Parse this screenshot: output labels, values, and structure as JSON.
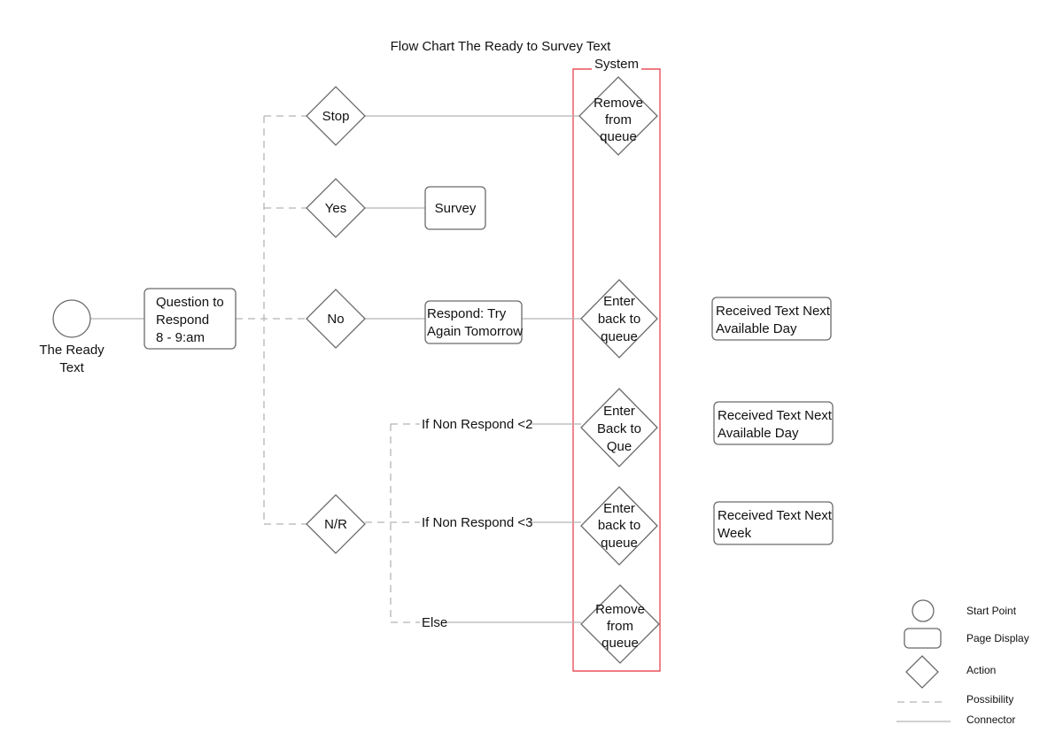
{
  "title": "Flow Chart The Ready to Survey Text",
  "system_label": "System",
  "nodes": {
    "start": [
      "The Ready",
      "Text"
    ],
    "question": [
      "Question to",
      "Respond",
      "8 - 9:am"
    ],
    "stop": [
      "Stop"
    ],
    "yes": [
      "Yes"
    ],
    "no": [
      "No"
    ],
    "nr": [
      "N/R"
    ],
    "survey": [
      "Survey"
    ],
    "respond_try": [
      "Respond: Try",
      "Again Tomorrow"
    ],
    "remove_1": [
      "Remove",
      "from",
      "queue"
    ],
    "enter_1": [
      "Enter",
      "back to",
      "queue"
    ],
    "enter_2": [
      "Enter",
      "Back to",
      "Que"
    ],
    "enter_3": [
      "Enter",
      "back to",
      "queue"
    ],
    "remove_2": [
      "Remove",
      "from",
      "queue"
    ],
    "recv_1": [
      "Received Text Next",
      "Available Day"
    ],
    "recv_2": [
      "Received Text Next",
      "Available Day"
    ],
    "recv_3": [
      "Received Text Next",
      "Week"
    ]
  },
  "branch_labels": {
    "lt2": "If Non Respond <2",
    "lt3": "If Non Respond <3",
    "else": "Else"
  },
  "legend": {
    "start_point": "Start Point",
    "page_display": "Page Display",
    "action": "Action",
    "possibility": "Possibility",
    "connector": "Connector"
  },
  "colors": {
    "system_border": "#e8505b",
    "connector": "#b5b5b5",
    "shape_border": "#6b6b6b"
  }
}
